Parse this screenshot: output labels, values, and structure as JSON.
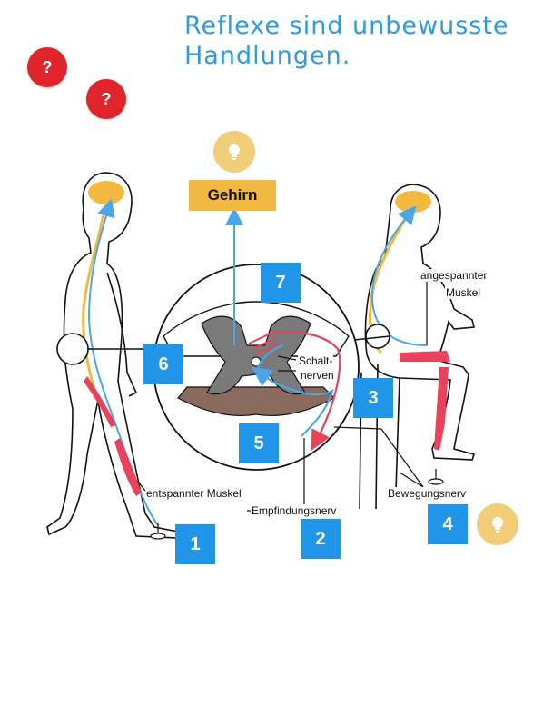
{
  "title": "Reflexe sind unbewusste Handlungen.",
  "badges": {
    "question": "?"
  },
  "icons": {
    "question": "question-icon",
    "hint": "lightbulb-icon"
  },
  "brain_label": "Gehirn",
  "labels": {
    "angespannter_line1": "angespannter",
    "angespannter_line2": "Muskel",
    "schalt_line1": "Schalt-",
    "schalt_line2": "nerven",
    "entspannter": "entspannter Muskel",
    "empfindungsnerv": "Empfindungsnerv",
    "bewegungsnerv": "Bewegungsnerv"
  },
  "steps": [
    "1",
    "2",
    "3",
    "4",
    "5",
    "6",
    "7"
  ],
  "colors": {
    "title": "#2e9ae6",
    "step_box": "#2196e8",
    "question": "#e0242c",
    "hint": "#f1cd7a",
    "brain": "#f2b940",
    "muscle": "#e8435a",
    "sensory_nerve": "#4aa6e8",
    "grey_matter": "#7a7a7a",
    "white_matter": "#8b6a5e"
  }
}
